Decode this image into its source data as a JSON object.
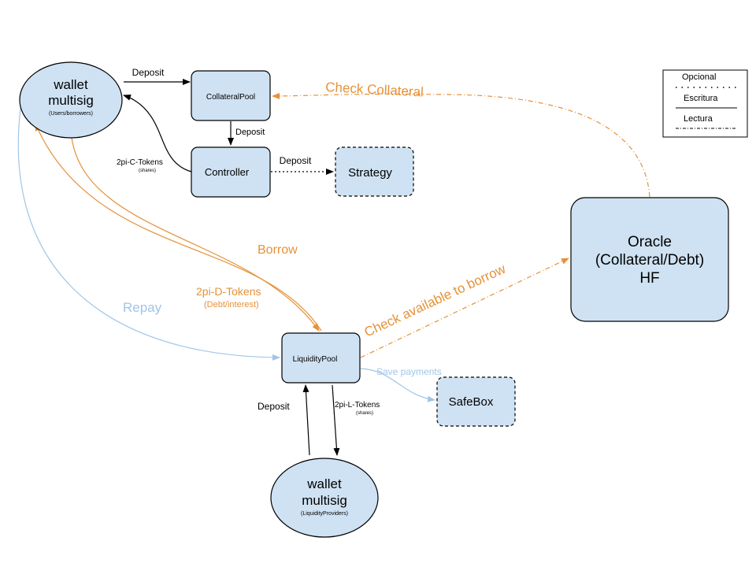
{
  "colors": {
    "node_fill": "#cfe2f3",
    "stroke": "#000000",
    "orange": "#e69138",
    "blue": "#9fc5e8",
    "background": "#ffffff"
  },
  "nodes": {
    "wallet_users": {
      "title_line1": "wallet",
      "title_line2": "multisig",
      "subtitle": "(Users/borrowers)"
    },
    "collateral_pool": {
      "label": "CollateralPool"
    },
    "controller": {
      "label": "Controller"
    },
    "strategy": {
      "label": "Strategy"
    },
    "oracle": {
      "line1": "Oracle",
      "line2": "(Collateral/Debt)",
      "line3": "HF"
    },
    "liquidity_pool": {
      "label": "LiquidityPool"
    },
    "safebox": {
      "label": "SafeBox"
    },
    "wallet_lp": {
      "title_line1": "wallet",
      "title_line2": "multisig",
      "subtitle": "(LiquidityProviders)"
    }
  },
  "edge_labels": {
    "deposit_collateral": "Deposit",
    "deposit_controller": "Deposit",
    "deposit_strategy": "Deposit",
    "c_tokens": "2pi-C-Tokens",
    "c_tokens_sub": "(shares)",
    "check_collateral": "Check Collateral",
    "borrow": "Borrow",
    "d_tokens": "2pi-D-Tokens",
    "d_tokens_sub": "(Debt/interest)",
    "repay": "Repay",
    "check_available": "Check available to borrow",
    "save_payments": "Save payments",
    "deposit_liquidity": "Deposit",
    "l_tokens": "2pi-L-Tokens",
    "l_tokens_sub": "(shares)"
  },
  "legend": {
    "optional": "Opcional",
    "write": "Escritura",
    "read": "Lectura"
  }
}
